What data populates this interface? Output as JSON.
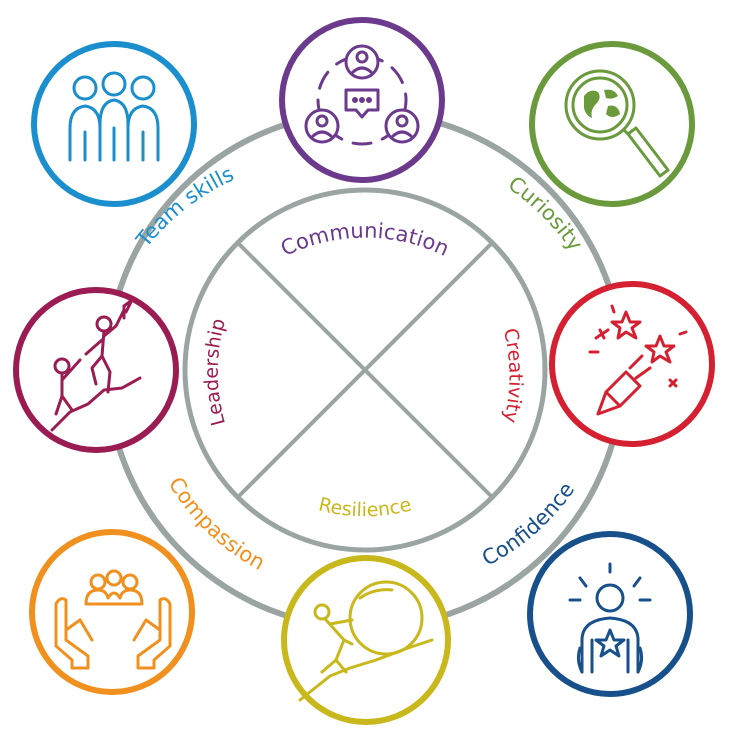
{
  "inner_labels": {
    "communication": "Communication",
    "creativity": "Creativity",
    "resilience": "Resilience",
    "leadership": "Leadership"
  },
  "outer_labels": {
    "team_skills": "Team skills",
    "curiosity": "Curiosity",
    "confidence": "Confidence",
    "compassion": "Compassion"
  },
  "icons": [
    {
      "name": "team-icon",
      "color": "#1b8fcd"
    },
    {
      "name": "communication-icon",
      "color": "#6b3a8c"
    },
    {
      "name": "globe-magnifier-icon",
      "color": "#6a9a3c"
    },
    {
      "name": "leadership-climb-icon",
      "color": "#9b1c52"
    },
    {
      "name": "pencil-stars-icon",
      "color": "#d42030"
    },
    {
      "name": "caring-hands-icon",
      "color": "#f0901e"
    },
    {
      "name": "boulder-push-icon",
      "color": "#c8b81c"
    },
    {
      "name": "confident-person-icon",
      "color": "#18508c"
    }
  ],
  "colors": {
    "ring": "#9aa5a3",
    "team": "#1b8fcd",
    "communication": "#6b3a8c",
    "curiosity": "#6a9a3c",
    "leadership": "#9b1c52",
    "creativity": "#d42030",
    "compassion": "#f0901e",
    "resilience": "#c8b81c",
    "confidence": "#18508c"
  }
}
